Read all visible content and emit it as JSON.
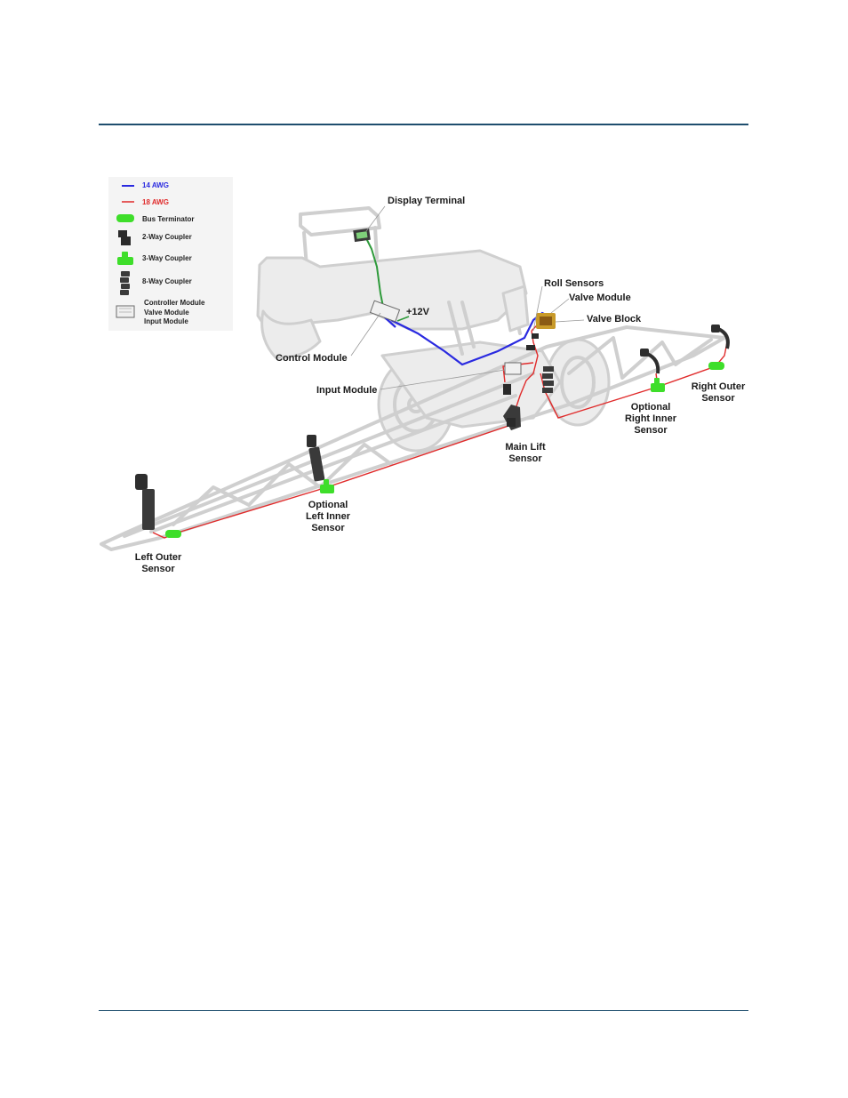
{
  "colors": {
    "rule": "#1f4e6e",
    "awg14": "#2a2ae0",
    "awg18": "#e02a2a",
    "terminator_green": "#3ede2a",
    "terminal_cable": "#2e9a3a",
    "valve_block": "#c89a2a"
  },
  "legend": {
    "items": [
      {
        "label": "14 AWG",
        "icon": "blue-line-icon"
      },
      {
        "label": "18 AWG",
        "icon": "red-line-icon"
      },
      {
        "label": "Bus Terminator",
        "icon": "bus-terminator-icon"
      },
      {
        "label": "2-Way Coupler",
        "icon": "two-way-coupler-icon"
      },
      {
        "label": "3-Way Coupler",
        "icon": "three-way-coupler-icon"
      },
      {
        "label": "8-Way Coupler",
        "icon": "eight-way-coupler-icon"
      }
    ],
    "module_lines": [
      "Controller Module",
      "Valve Module",
      "Input Module"
    ]
  },
  "labels": {
    "display_terminal": "Display Terminal",
    "roll_sensors": "Roll Sensors",
    "valve_module": "Valve Module",
    "valve_block": "Valve Block",
    "plus12v": "+12V",
    "control_module": "Control Module",
    "input_module": "Input Module",
    "right_outer_sensor": [
      "Right Outer",
      "Sensor"
    ],
    "optional_right_inner_sensor": [
      "Optional",
      "Right Inner",
      "Sensor"
    ],
    "main_lift_sensor": [
      "Main Lift",
      "Sensor"
    ],
    "optional_left_inner_sensor": [
      "Optional",
      "Left Inner",
      "Sensor"
    ],
    "left_outer_sensor": [
      "Left Outer",
      "Sensor"
    ]
  }
}
